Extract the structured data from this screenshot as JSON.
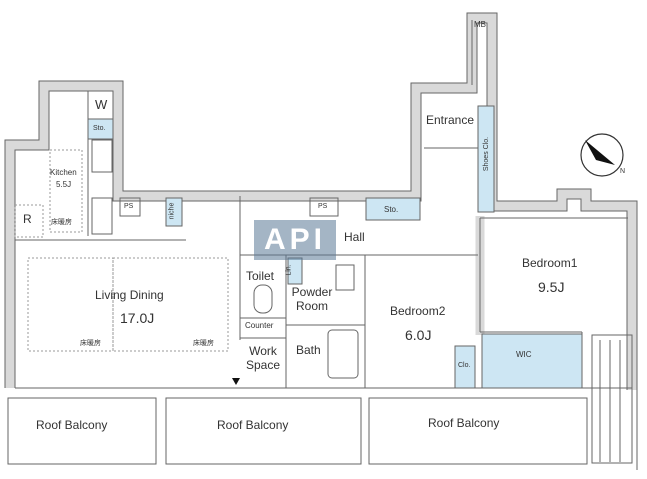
{
  "rooms": {
    "mb": "MB",
    "entrance": "Entrance",
    "shoe_closet": "Shoes Clo.",
    "w": "W",
    "sto_kitchen": "Sto.",
    "kitchen": "Kitchen",
    "kitchen_area": "5.5J",
    "floor_heating_kitchen": "床暖房",
    "refrigerator": "R",
    "ps1": "PS",
    "niche": "niche",
    "ps2": "PS",
    "sto_hall": "Sto.",
    "hall": "Hall",
    "living_dining": "Living Dining",
    "living_area": "17.0J",
    "floor_heating_1": "床暖房",
    "floor_heating_2": "床暖房",
    "toilet": "Toilet",
    "linen": "Lin.",
    "powder_room": "Powder Room",
    "counter": "Counter",
    "work_space": "Work Space",
    "bath": "Bath",
    "bedroom2": "Bedroom2",
    "bedroom2_area": "6.0J",
    "closet": "Clo.",
    "bedroom1": "Bedroom1",
    "bedroom1_area": "9.5J",
    "wic": "WIC",
    "balcony1": "Roof Balcony",
    "balcony2": "Roof Balcony",
    "balcony3": "Roof Balcony"
  },
  "watermark": "API",
  "compass": "N",
  "colors": {
    "wall": "#d9d9d9",
    "line": "#555555",
    "storage": "#cde6f3"
  }
}
